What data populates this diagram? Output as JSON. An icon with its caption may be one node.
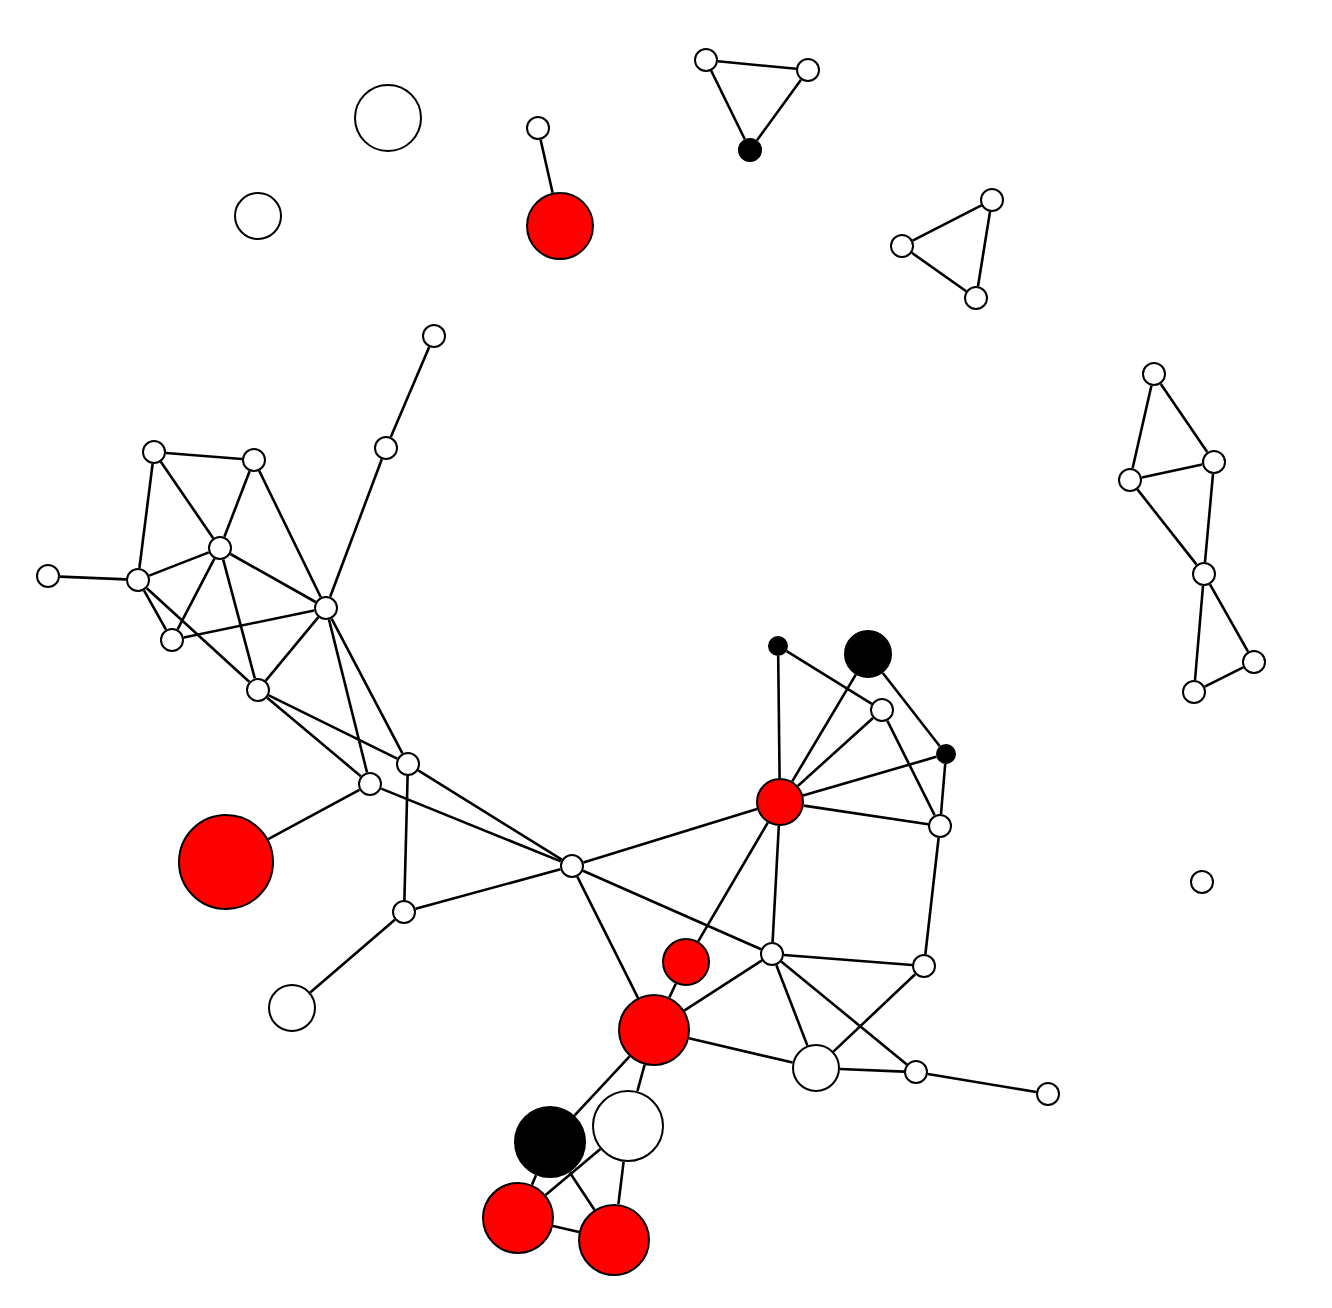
{
  "diagram": {
    "nodes": [
      {
        "text": [],
        "shape": "circle"
      },
      {
        "text": [],
        "shape": "circle"
      },
      {
        "text": [],
        "shape": "circle"
      },
      {
        "text": [],
        "shape": "circle"
      },
      {
        "text": [],
        "shape": "circle"
      },
      {
        "text": [],
        "shape": "circle"
      },
      {
        "text": [],
        "shape": "circle"
      },
      {
        "text": [],
        "shape": "circle"
      },
      {
        "text": [],
        "shape": "circle"
      },
      {
        "text": [],
        "shape": "circle"
      },
      {
        "text": [],
        "shape": "circle"
      },
      {
        "text": [],
        "shape": "circle"
      },
      {
        "text": [],
        "shape": "circle"
      },
      {
        "text": [],
        "shape": "circle"
      },
      {
        "text": [],
        "shape": "circle"
      },
      {
        "text": [],
        "shape": "circle"
      },
      {
        "text": [],
        "shape": "circle"
      },
      {
        "text": [],
        "shape": "circle"
      },
      {
        "text": [],
        "shape": "circle"
      },
      {
        "text": [],
        "shape": "circle"
      },
      {
        "text": [],
        "shape": "circle"
      },
      {
        "text": [],
        "shape": "circle"
      },
      {
        "text": [],
        "shape": "circle"
      },
      {
        "text": [],
        "shape": "circle"
      },
      {
        "text": [],
        "shape": "circle"
      },
      {
        "text": [],
        "shape": "circle"
      },
      {
        "text": [],
        "shape": "circle"
      },
      {
        "text": [],
        "shape": "circle"
      },
      {
        "text": [],
        "shape": "circle"
      },
      {
        "text": [],
        "shape": "circle"
      },
      {
        "text": [],
        "shape": "circle"
      },
      {
        "text": [],
        "shape": "circle"
      },
      {
        "text": [],
        "shape": "circle"
      },
      {
        "text": [],
        "shape": "circle"
      },
      {
        "text": [],
        "shape": "circle"
      },
      {
        "text": [],
        "shape": "circle"
      },
      {
        "text": [],
        "shape": "circle"
      },
      {
        "text": [],
        "shape": "circle"
      },
      {
        "text": [],
        "shape": "circle"
      },
      {
        "text": [],
        "shape": "circle"
      },
      {
        "text": [],
        "shape": "circle"
      },
      {
        "text": [],
        "shape": "circle"
      },
      {
        "text": [],
        "shape": "circle"
      },
      {
        "text": [],
        "shape": "circle"
      },
      {
        "text": [],
        "shape": "circle"
      },
      {
        "text": [],
        "shape": "circle"
      },
      {
        "text": [],
        "shape": "circle"
      },
      {
        "text": [],
        "shape": "circle"
      },
      {
        "text": [],
        "shape": "circle"
      },
      {
        "text": [],
        "shape": "circle"
      }
    ],
    "edges": [
      {
        "from": 0,
        "to": 1,
        "arrow": "none"
      },
      {
        "from": 0,
        "to": 4,
        "arrow": "none"
      },
      {
        "from": 1,
        "to": 4,
        "arrow": "none"
      },
      {
        "from": 3,
        "to": 7,
        "arrow": "none"
      },
      {
        "from": 5,
        "to": 8,
        "arrow": "none"
      },
      {
        "from": 5,
        "to": 9,
        "arrow": "none"
      },
      {
        "from": 8,
        "to": 9,
        "arrow": "none"
      },
      {
        "from": 11,
        "to": 15,
        "arrow": "none"
      },
      {
        "from": 11,
        "to": 16,
        "arrow": "none"
      },
      {
        "from": 15,
        "to": 16,
        "arrow": "none"
      },
      {
        "from": 15,
        "to": 20,
        "arrow": "none"
      },
      {
        "from": 16,
        "to": 20,
        "arrow": "none"
      },
      {
        "from": 20,
        "to": 25,
        "arrow": "none"
      },
      {
        "from": 20,
        "to": 27,
        "arrow": "none"
      },
      {
        "from": 25,
        "to": 27,
        "arrow": "none"
      },
      {
        "from": 10,
        "to": 12,
        "arrow": "none"
      },
      {
        "from": 12,
        "to": 21,
        "arrow": "none"
      },
      {
        "from": 13,
        "to": 14,
        "arrow": "none"
      },
      {
        "from": 13,
        "to": 17,
        "arrow": "none"
      },
      {
        "from": 13,
        "to": 19,
        "arrow": "none"
      },
      {
        "from": 14,
        "to": 17,
        "arrow": "none"
      },
      {
        "from": 14,
        "to": 21,
        "arrow": "none"
      },
      {
        "from": 17,
        "to": 19,
        "arrow": "none"
      },
      {
        "from": 17,
        "to": 21,
        "arrow": "none"
      },
      {
        "from": 17,
        "to": 22,
        "arrow": "none"
      },
      {
        "from": 17,
        "to": 26,
        "arrow": "none"
      },
      {
        "from": 18,
        "to": 19,
        "arrow": "none"
      },
      {
        "from": 19,
        "to": 22,
        "arrow": "none"
      },
      {
        "from": 19,
        "to": 26,
        "arrow": "none"
      },
      {
        "from": 22,
        "to": 21,
        "arrow": "none"
      },
      {
        "from": 21,
        "to": 26,
        "arrow": "none"
      },
      {
        "from": 21,
        "to": 30,
        "arrow": "none"
      },
      {
        "from": 21,
        "to": 31,
        "arrow": "none"
      },
      {
        "from": 26,
        "to": 30,
        "arrow": "none"
      },
      {
        "from": 26,
        "to": 31,
        "arrow": "none"
      },
      {
        "from": 31,
        "to": 34,
        "arrow": "none"
      },
      {
        "from": 30,
        "to": 37,
        "arrow": "none"
      },
      {
        "from": 31,
        "to": 35,
        "arrow": "none"
      },
      {
        "from": 30,
        "to": 35,
        "arrow": "none"
      },
      {
        "from": 37,
        "to": 35,
        "arrow": "none"
      },
      {
        "from": 37,
        "to": 41,
        "arrow": "none"
      },
      {
        "from": 35,
        "to": 32,
        "arrow": "none"
      },
      {
        "from": 35,
        "to": 38,
        "arrow": "none"
      },
      {
        "from": 35,
        "to": 42,
        "arrow": "none"
      },
      {
        "from": 23,
        "to": 32,
        "arrow": "none"
      },
      {
        "from": 23,
        "to": 28,
        "arrow": "none"
      },
      {
        "from": 24,
        "to": 32,
        "arrow": "none"
      },
      {
        "from": 24,
        "to": 29,
        "arrow": "none"
      },
      {
        "from": 28,
        "to": 32,
        "arrow": "none"
      },
      {
        "from": 28,
        "to": 33,
        "arrow": "none"
      },
      {
        "from": 29,
        "to": 32,
        "arrow": "none"
      },
      {
        "from": 29,
        "to": 33,
        "arrow": "none"
      },
      {
        "from": 32,
        "to": 33,
        "arrow": "none"
      },
      {
        "from": 32,
        "to": 38,
        "arrow": "none"
      },
      {
        "from": 32,
        "to": 39,
        "arrow": "none"
      },
      {
        "from": 33,
        "to": 40,
        "arrow": "none"
      },
      {
        "from": 38,
        "to": 40,
        "arrow": "none"
      },
      {
        "from": 38,
        "to": 42,
        "arrow": "none"
      },
      {
        "from": 38,
        "to": 43,
        "arrow": "none"
      },
      {
        "from": 38,
        "to": 44,
        "arrow": "none"
      },
      {
        "from": 40,
        "to": 43,
        "arrow": "none"
      },
      {
        "from": 43,
        "to": 44,
        "arrow": "none"
      },
      {
        "from": 44,
        "to": 45,
        "arrow": "none"
      },
      {
        "from": 42,
        "to": 43,
        "arrow": "none"
      },
      {
        "from": 39,
        "to": 42,
        "arrow": "none"
      },
      {
        "from": 42,
        "to": 47,
        "arrow": "none"
      },
      {
        "from": 42,
        "to": 46,
        "arrow": "none"
      },
      {
        "from": 47,
        "to": 48,
        "arrow": "none"
      },
      {
        "from": 47,
        "to": 49,
        "arrow": "none"
      },
      {
        "from": 46,
        "to": 49,
        "arrow": "none"
      },
      {
        "from": 46,
        "to": 48,
        "arrow": "none"
      },
      {
        "from": 48,
        "to": 49,
        "arrow": "none"
      }
    ]
  }
}
